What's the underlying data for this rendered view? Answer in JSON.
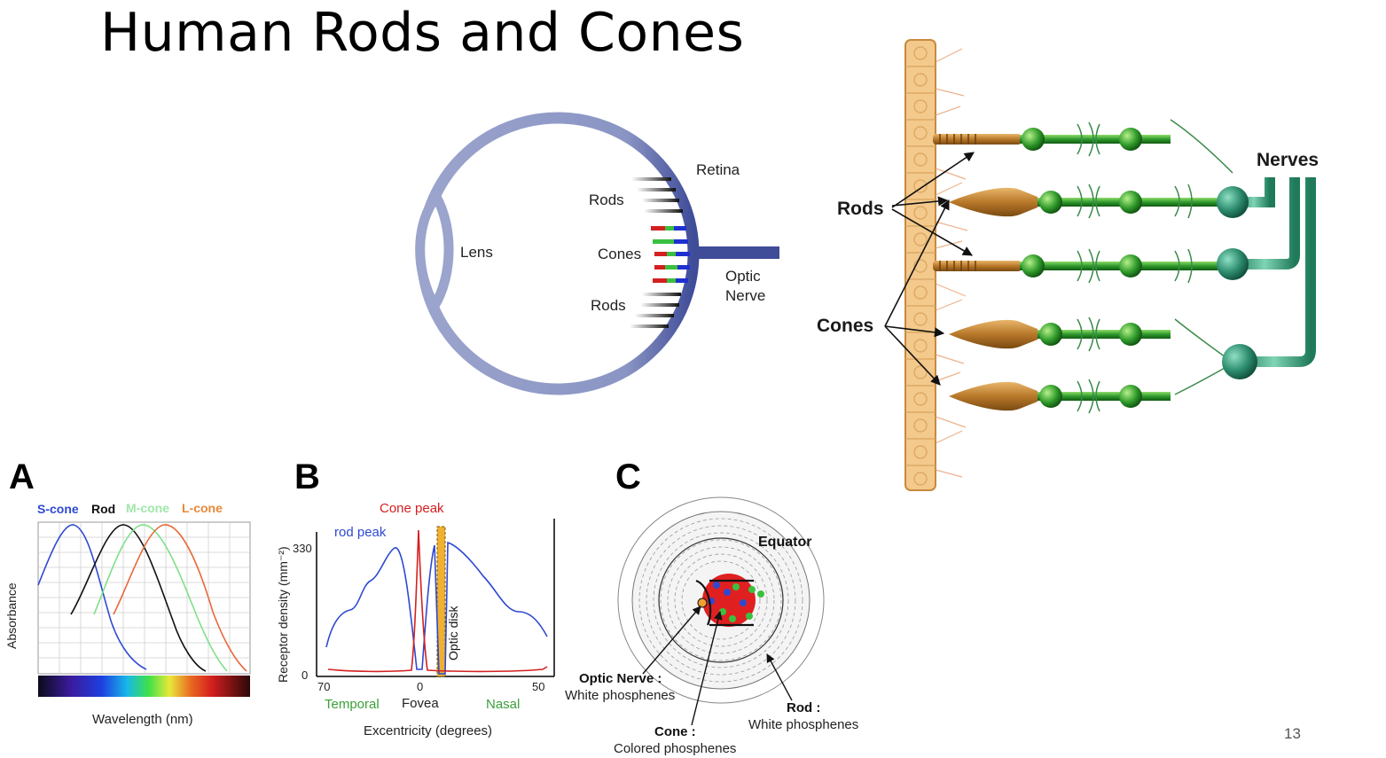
{
  "slide": {
    "title": "Human Rods and Cones",
    "page_number": "13"
  },
  "eye_diagram": {
    "retina": "Retina",
    "rods_top": "Rods",
    "lens": "Lens",
    "cones": "Cones",
    "optic_nerve_line1": "Optic",
    "optic_nerve_line2": "Nerve",
    "rods_bottom": "Rods"
  },
  "photoreceptor_diagram": {
    "rods": "Rods",
    "cones": "Cones",
    "nerves": "Nerves"
  },
  "panel_a": {
    "letter": "A",
    "legend": [
      "S-cone",
      "Rod",
      "M-cone",
      "L-cone"
    ],
    "ylabel": "Absorbance",
    "xlabel": "Wavelength (nm)",
    "colors": {
      "s": "#2e49d1",
      "rod": "#111111",
      "m": "#7ee08a",
      "l": "#e8693a"
    }
  },
  "panel_b": {
    "letter": "B",
    "cone_peak": "Cone peak",
    "rod_peak": "rod peak",
    "ylabel": "Receptor density (mm⁻²)",
    "y_tick_top": "330",
    "y_tick_zero": "0",
    "x_tick_left": "70",
    "x_tick_mid": "0",
    "x_tick_right": "50",
    "temporal": "Temporal",
    "fovea": "Fovea",
    "nasal": "Nasal",
    "xlabel": "Excentricity (degrees)",
    "optic_disk": "Optic disk"
  },
  "panel_c": {
    "letter": "C",
    "equator": "Equator",
    "optic_nerve": "Optic Nerve :",
    "optic_nerve_sub": "White phosphenes",
    "rod": "Rod :",
    "rod_sub": "White phosphenes",
    "cone": "Cone :",
    "cone_sub": "Colored phosphenes"
  }
}
